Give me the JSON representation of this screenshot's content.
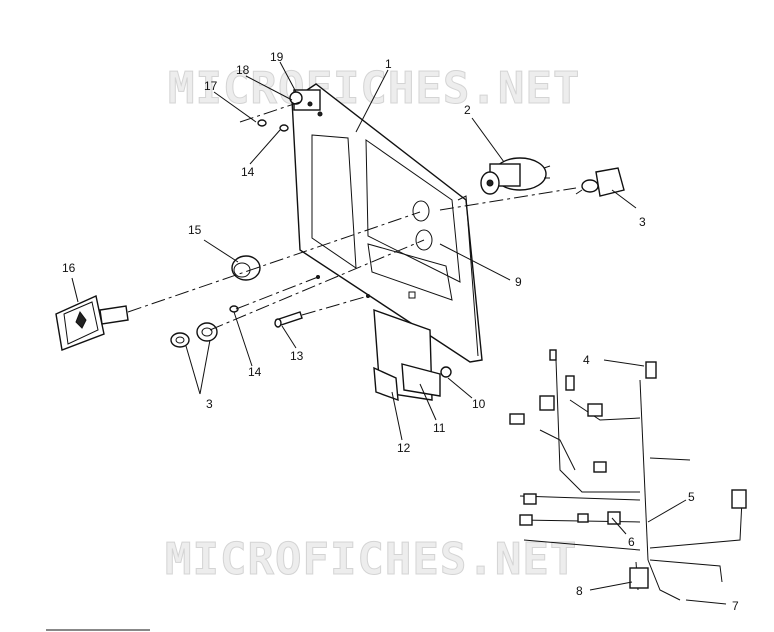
{
  "watermark": {
    "top": "MICROFICHES.NET",
    "bottom": "MICROFICHES.NET"
  },
  "callouts": [
    {
      "id": "c1",
      "label": "1"
    },
    {
      "id": "c2",
      "label": "2"
    },
    {
      "id": "c3a",
      "label": "3"
    },
    {
      "id": "c3b",
      "label": "3"
    },
    {
      "id": "c4",
      "label": "4"
    },
    {
      "id": "c5",
      "label": "5"
    },
    {
      "id": "c6",
      "label": "6"
    },
    {
      "id": "c7",
      "label": "7"
    },
    {
      "id": "c8",
      "label": "8"
    },
    {
      "id": "c9",
      "label": "9"
    },
    {
      "id": "c10",
      "label": "10"
    },
    {
      "id": "c11",
      "label": "11"
    },
    {
      "id": "c12",
      "label": "12"
    },
    {
      "id": "c13",
      "label": "13"
    },
    {
      "id": "c14a",
      "label": "14"
    },
    {
      "id": "c14b",
      "label": "14"
    },
    {
      "id": "c15",
      "label": "15"
    },
    {
      "id": "c16",
      "label": "16"
    },
    {
      "id": "c17",
      "label": "17"
    },
    {
      "id": "c18",
      "label": "18"
    },
    {
      "id": "c19",
      "label": "19"
    }
  ]
}
